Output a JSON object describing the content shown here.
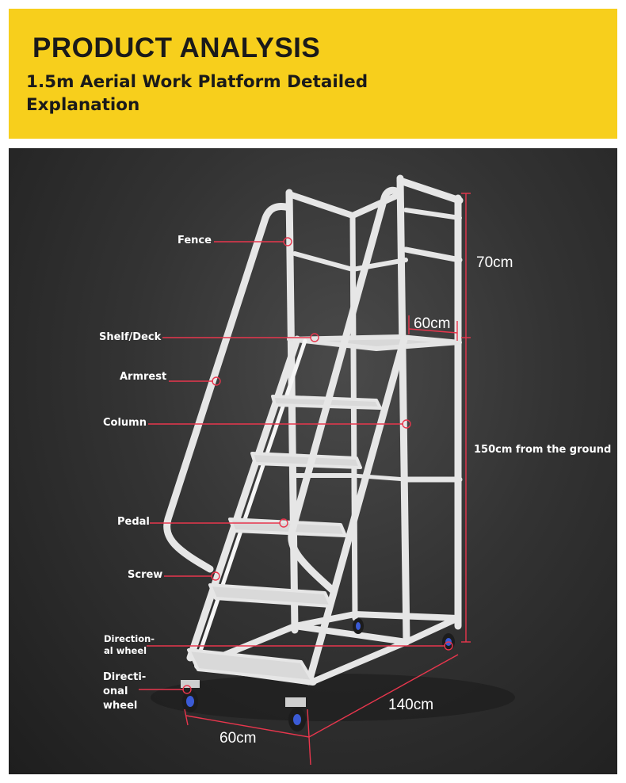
{
  "header": {
    "title": "PRODUCT ANALYSIS",
    "subtitle": "1.5m Aerial Work Platform Detailed Explanation"
  },
  "callouts": {
    "fence": "Fence",
    "shelf_deck": "Shelf/Deck",
    "armrest": "Armrest",
    "column": "Column",
    "pedal": "Pedal",
    "screw": "Screw",
    "directional_wheel_back_line1": "Direction-",
    "directional_wheel_back_line2": "al wheel",
    "directional_wheel_front_line1": "Directi-",
    "directional_wheel_front_line2": "onal",
    "directional_wheel_front_line3": "wheel"
  },
  "dimensions": {
    "fence_height": "70cm",
    "deck_width": "60cm",
    "platform_height": "150cm from the ground",
    "base_length": "140cm",
    "base_width": "60cm"
  },
  "colors": {
    "header_bg": "#f7cf1c",
    "panel_bg": "#2e2e2e",
    "callout_line": "#e8364d",
    "frame": "#e9e9e9"
  }
}
